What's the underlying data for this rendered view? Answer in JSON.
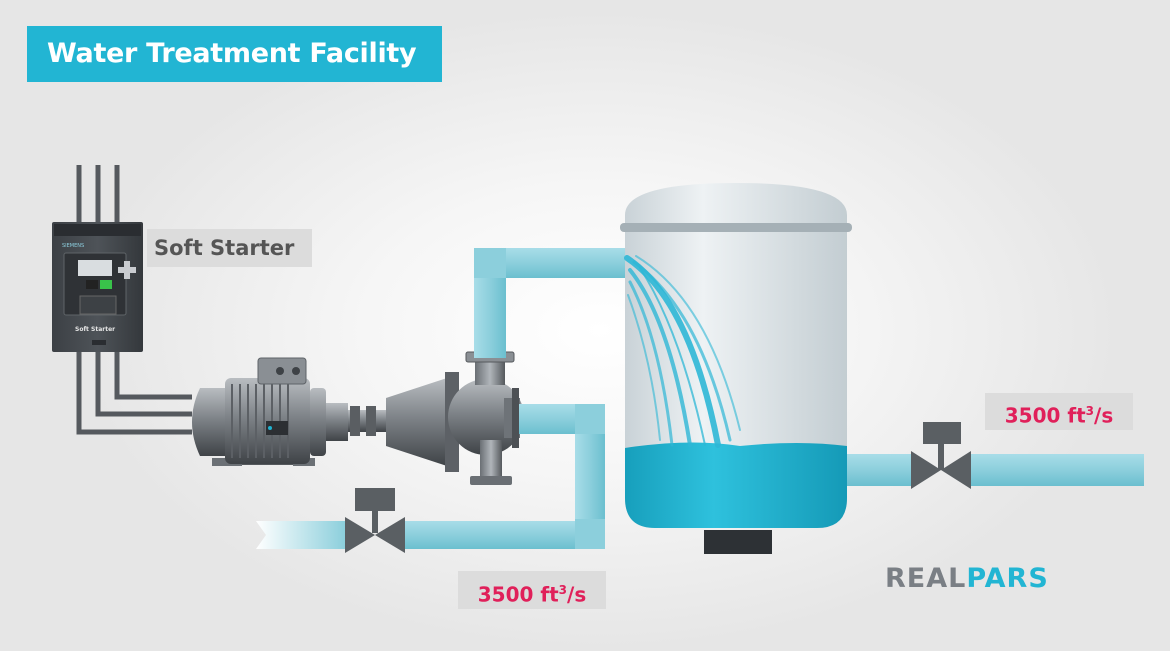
{
  "header": {
    "title": "Water Treatment Facility"
  },
  "soft_starter": {
    "label": "Soft Starter",
    "device_text": "Soft Starter",
    "brand_text": "SIEMENS"
  },
  "flows": {
    "outlet": {
      "value": "3500 ft",
      "exponent": "3",
      "unit_suffix": "/s"
    },
    "inlet": {
      "value": "3500 ft",
      "exponent": "3",
      "unit_suffix": "/s"
    }
  },
  "logo": {
    "part1": "REAL",
    "part2": "PARS"
  },
  "colors": {
    "accent": "#22b5d3",
    "flow_text": "#e0205a",
    "pipe": "#8ccfdc",
    "water": "#1fb3d1",
    "tank": "#dde3e6",
    "valve": "#5a5f63"
  },
  "icons": {
    "pump": "centrifugal-pump-icon",
    "motor": "electric-motor-icon",
    "valve": "gate-valve-icon",
    "tank": "storage-tank-icon"
  }
}
